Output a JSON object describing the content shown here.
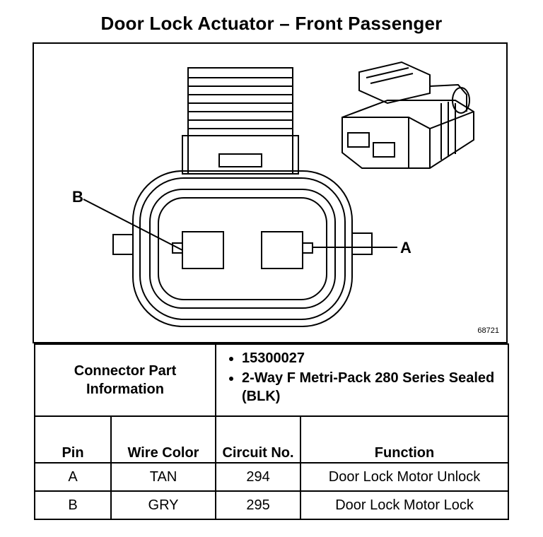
{
  "title": "Door Lock Actuator – Front Passenger",
  "figure": {
    "number": "68721",
    "label_a": "A",
    "label_b": "B"
  },
  "connector_info": {
    "label": "Connector Part Information",
    "items": [
      "15300027",
      "2-Way F Metri-Pack 280 Series Sealed (BLK)"
    ]
  },
  "table": {
    "headers": {
      "pin": "Pin",
      "wire_color": "Wire Color",
      "circuit": "Circuit No.",
      "function": "Function"
    },
    "rows": [
      {
        "pin": "A",
        "wire_color": "TAN",
        "circuit": "294",
        "function": "Door Lock Motor Unlock"
      },
      {
        "pin": "B",
        "wire_color": "GRY",
        "circuit": "295",
        "function": "Door Lock Motor Lock"
      }
    ]
  }
}
